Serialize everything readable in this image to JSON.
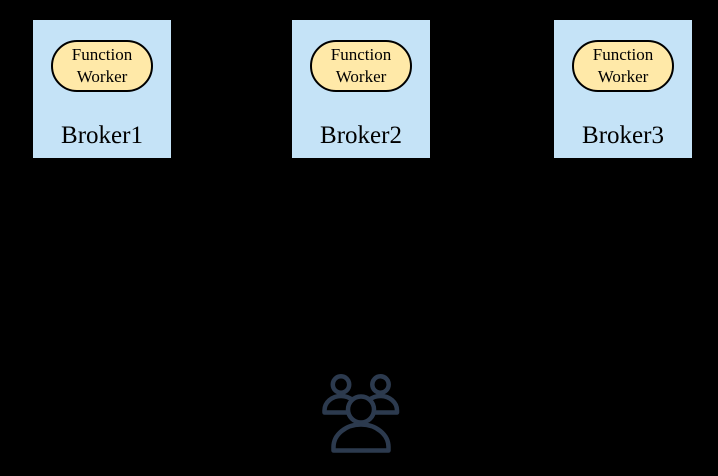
{
  "diagram": {
    "brokers": [
      {
        "label": "Broker1",
        "worker_label": "Function Worker"
      },
      {
        "label": "Broker2",
        "worker_label": "Function Worker"
      },
      {
        "label": "Broker3",
        "worker_label": "Function Worker"
      }
    ],
    "users_icon": "users-group-icon"
  },
  "colors": {
    "background": "#000000",
    "broker_fill": "#c5e3f7",
    "worker_pill_fill": "#ffe9a8",
    "worker_pill_border": "#000000",
    "text": "#000000",
    "users_icon_stroke": "#2c3a4e"
  }
}
